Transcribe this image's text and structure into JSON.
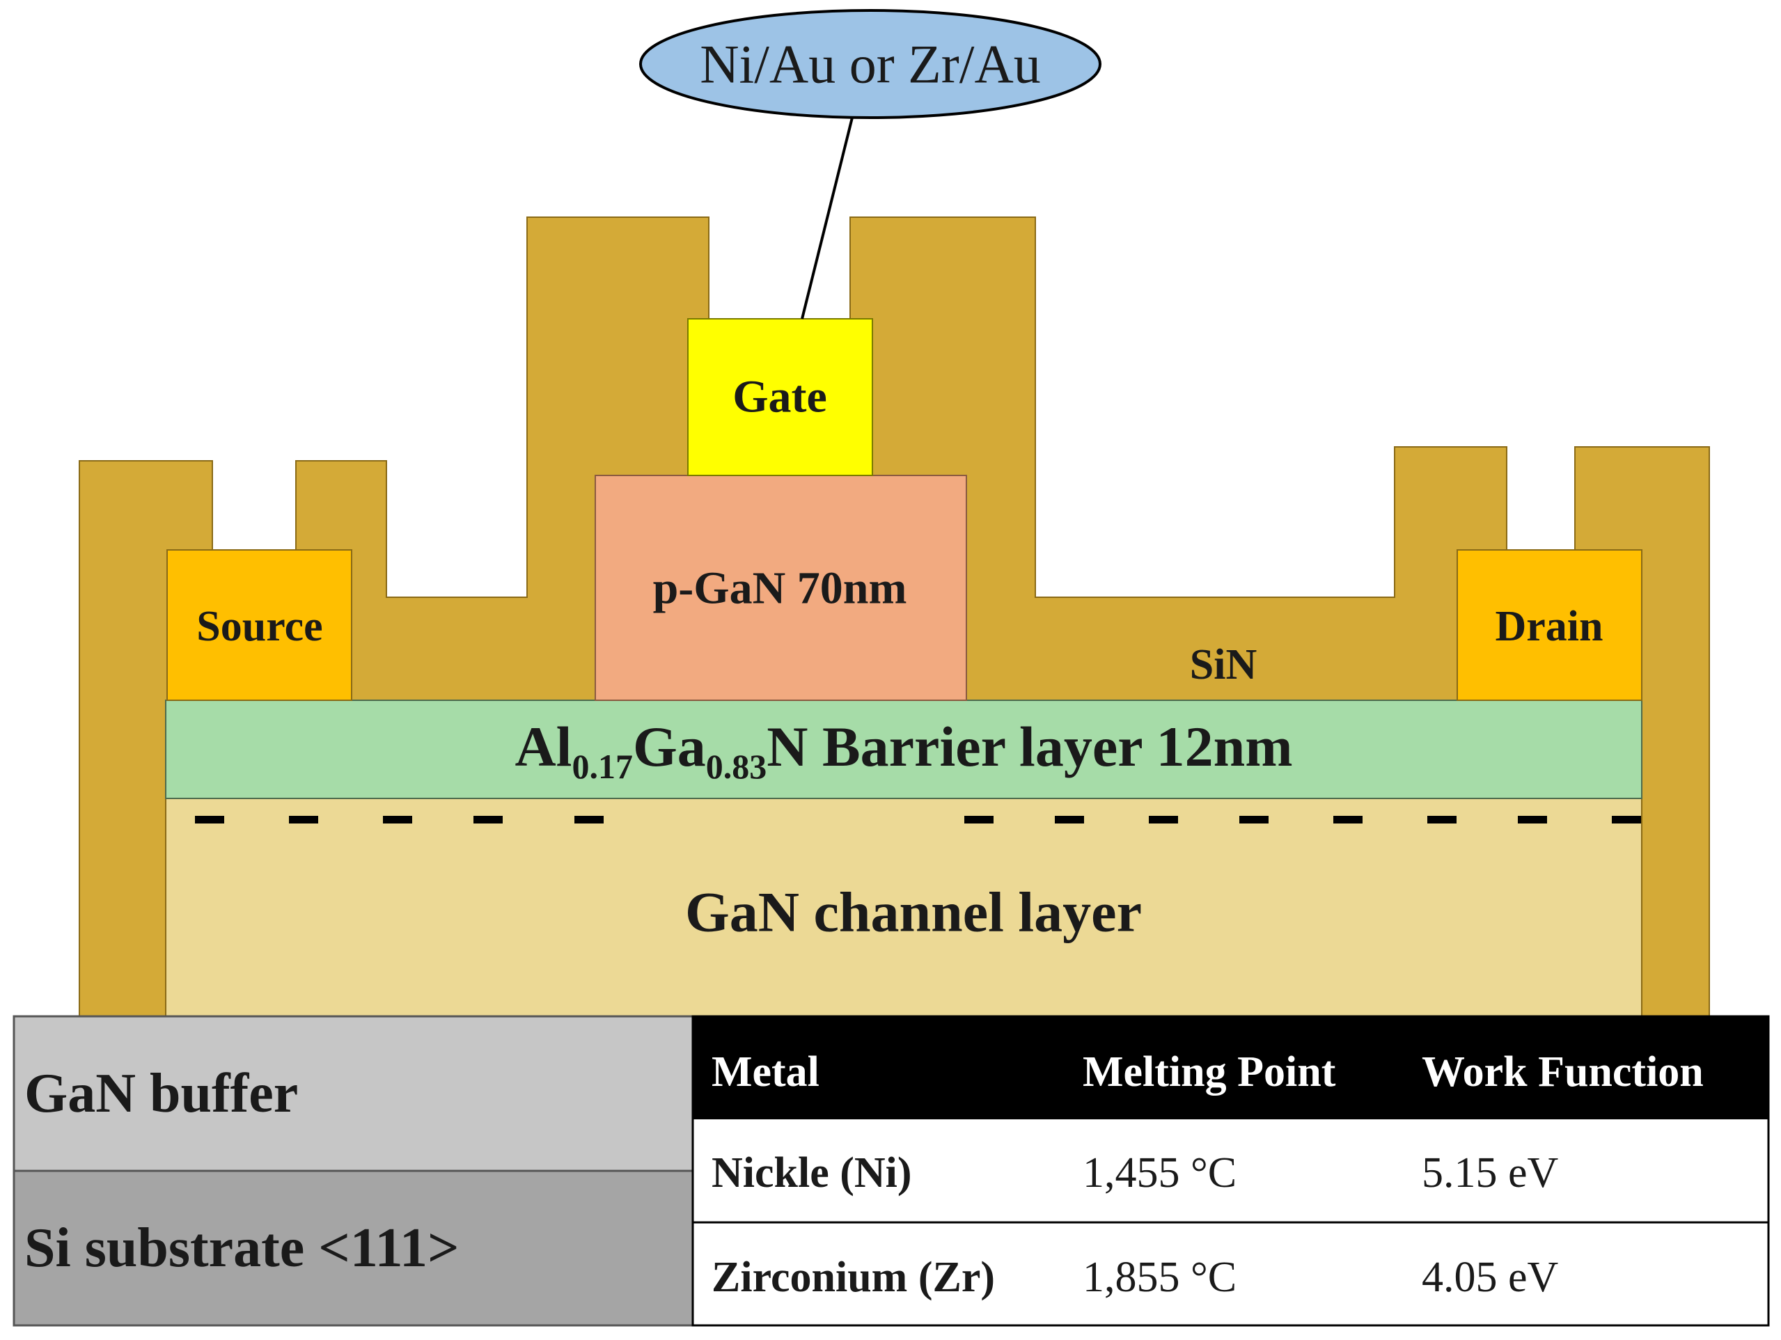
{
  "callout": {
    "text": "Ni/Au or Zr/Au"
  },
  "layers": {
    "gate": "Gate",
    "p_gan": "p-GaN 70nm",
    "source": "Source",
    "drain": "Drain",
    "sin": "SiN",
    "barrier": {
      "el1": "Al",
      "sub1": "0.17",
      "el2": "Ga",
      "sub2": "0.83",
      "rest": "N Barrier layer 12nm"
    },
    "channel": "GaN channel layer",
    "buffer": "GaN buffer",
    "substrate": "Si substrate <111>"
  },
  "table": {
    "headers": [
      "Metal",
      "Melting Point",
      "Work Function"
    ],
    "rows": [
      [
        "Nickle (Ni)",
        "1,455 °C",
        "5.15 eV"
      ],
      [
        "Zirconium (Zr)",
        "1,855 °C",
        "4.05 eV"
      ]
    ]
  },
  "colors": {
    "passivation": "#d4aa37",
    "gate": "#ffff00",
    "p_gan": "#f2aa80",
    "contact": "#ffbf00",
    "barrier": "#a6dca8",
    "channel": "#ecd995",
    "buffer": "#c6c6c6",
    "substrate": "#a5a5a5",
    "callout": "#9dc3e6",
    "table_header": "#000000"
  }
}
